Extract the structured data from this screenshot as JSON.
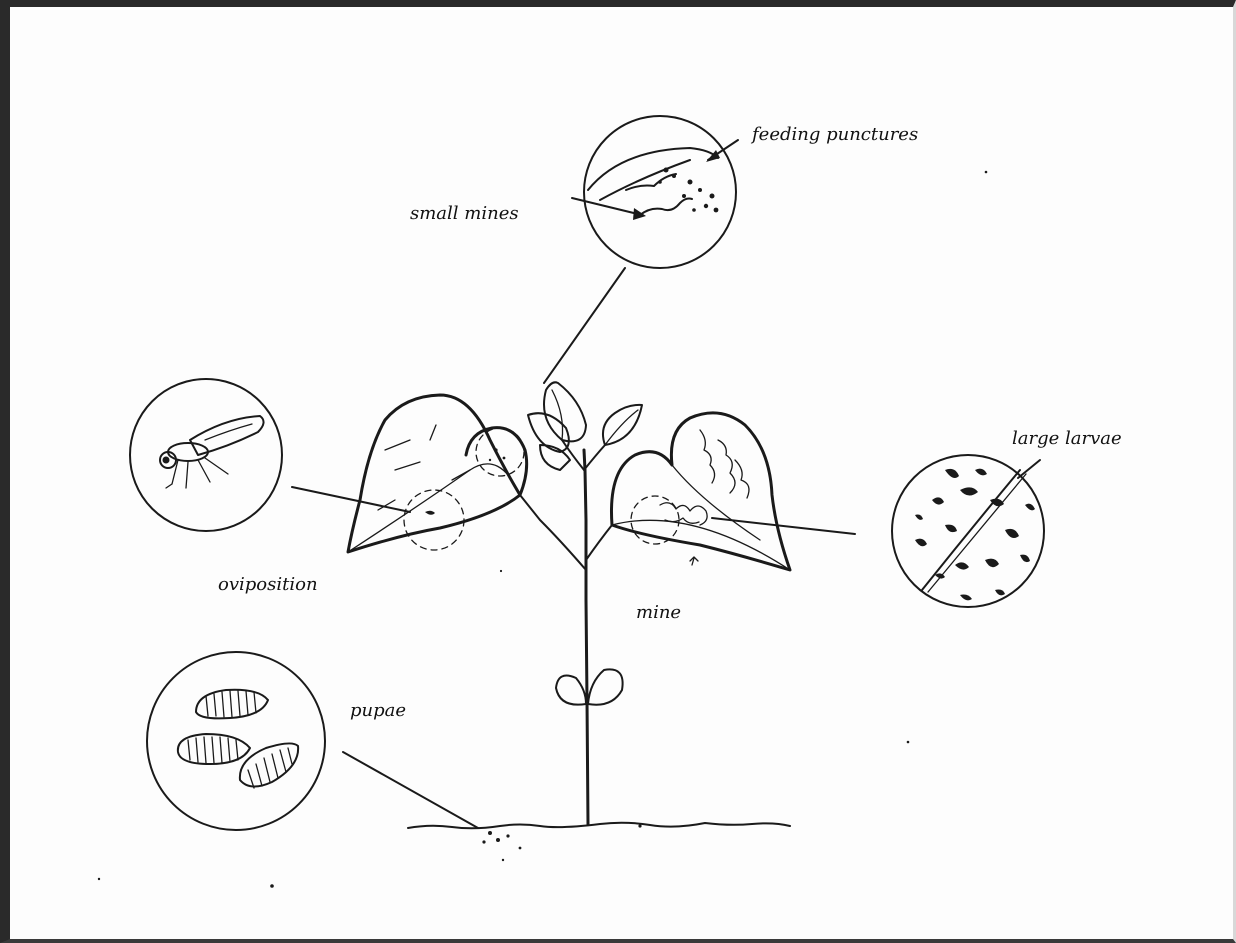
{
  "labels": {
    "feeding_punctures": "feeding punctures",
    "small_mines": "small mines",
    "oviposition": "oviposition",
    "large_larvae": "large larvae",
    "mine": "mine",
    "pupae": "pupae"
  }
}
